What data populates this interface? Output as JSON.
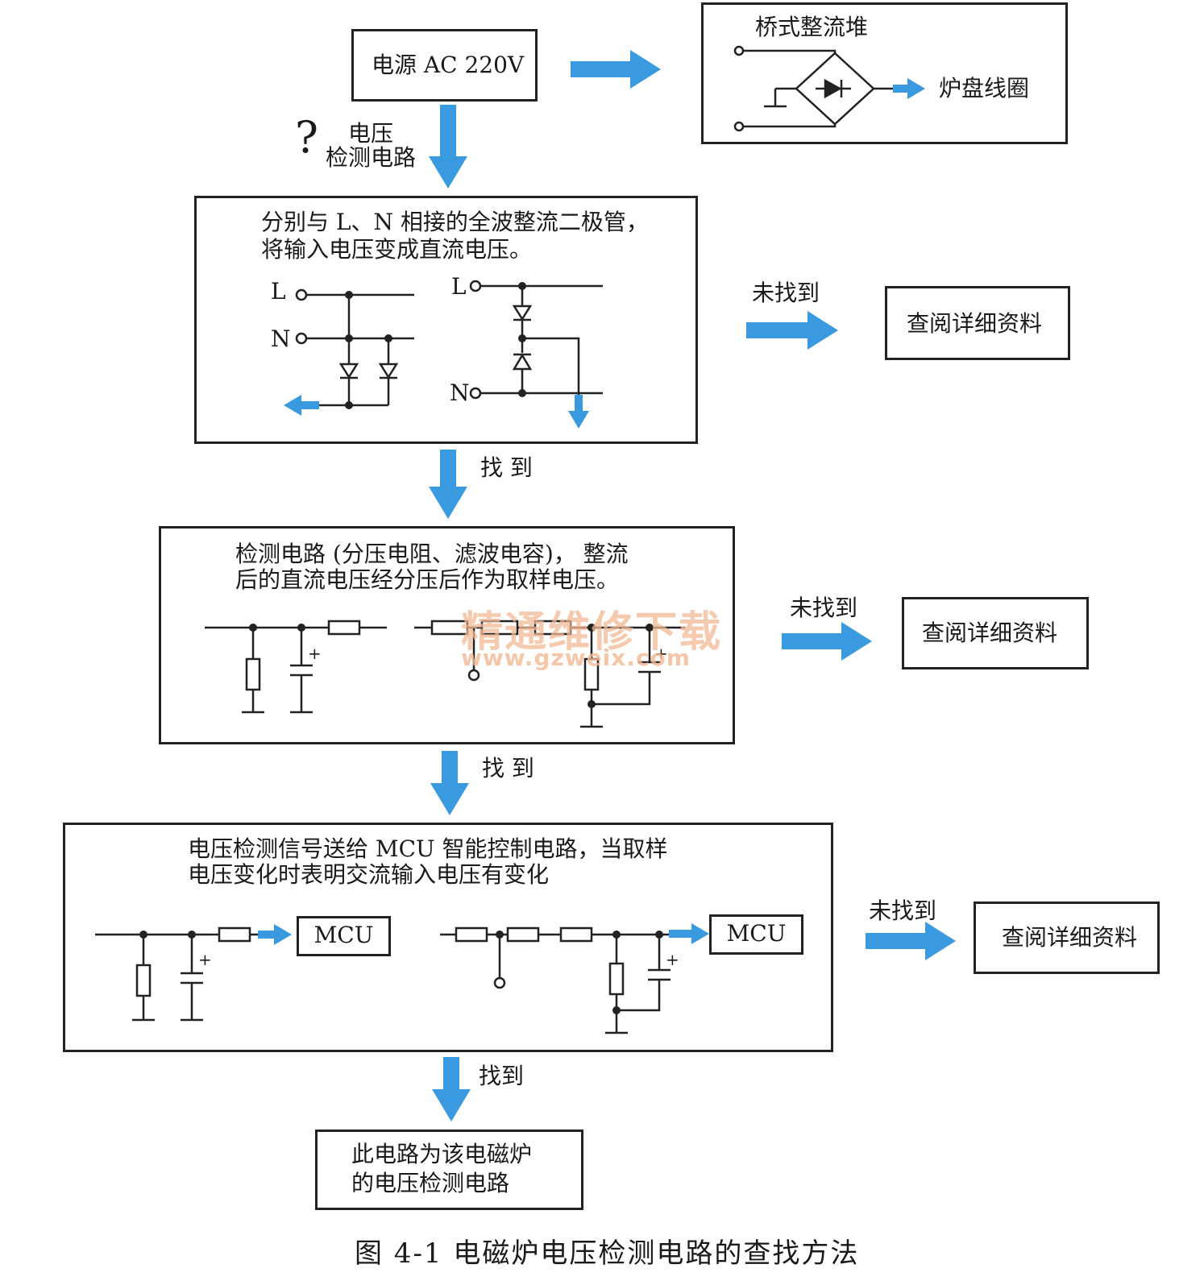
{
  "colors": {
    "arrow": "#3a9ae0",
    "line": "#222222",
    "watermark": "#f4b993"
  },
  "power_source": {
    "label": "电源 AC 220V"
  },
  "bridge": {
    "title": "桥式整流堆",
    "coil_label": "炉盘线圈"
  },
  "question": {
    "mark": "?",
    "line1": "电压",
    "line2": "检测电路"
  },
  "step1": {
    "line1": "分别与 L、N 相接的全波整流二极管，",
    "line2": "将输入电压变成直流电压。",
    "label_L1": "L",
    "label_N1": "N",
    "label_L2": "L",
    "label_N2": "N"
  },
  "step2": {
    "line1": "检测电路 (分压电阻、滤波电容)，  整流",
    "line2": "后的直流电压经分压后作为取样电压。",
    "plus1": "+",
    "plus2": "+"
  },
  "step3": {
    "line1": "电压检测信号送给 MCU 智能控制电路，当取样",
    "line2": "电压变化时表明交流输入电压有变化",
    "mcu1": "MCU",
    "mcu2": "MCU",
    "plus1": "+",
    "plus2": "+"
  },
  "final": {
    "line1": "此电路为该电磁炉",
    "line2": "的电压检测电路"
  },
  "flow": {
    "found1": "找 到",
    "found2": "找 到",
    "found3": "找到",
    "notfound1": "未找到",
    "notfound2": "未找到",
    "notfound3": "未找到",
    "lookup1": "查阅详细资料",
    "lookup2": "查阅详细资料",
    "lookup3": "查阅详细资料"
  },
  "watermark": {
    "cn": "精通维修下载",
    "url": "www.gzweix.com"
  },
  "caption": "图 4-1    电磁炉电压检测电路的查找方法"
}
